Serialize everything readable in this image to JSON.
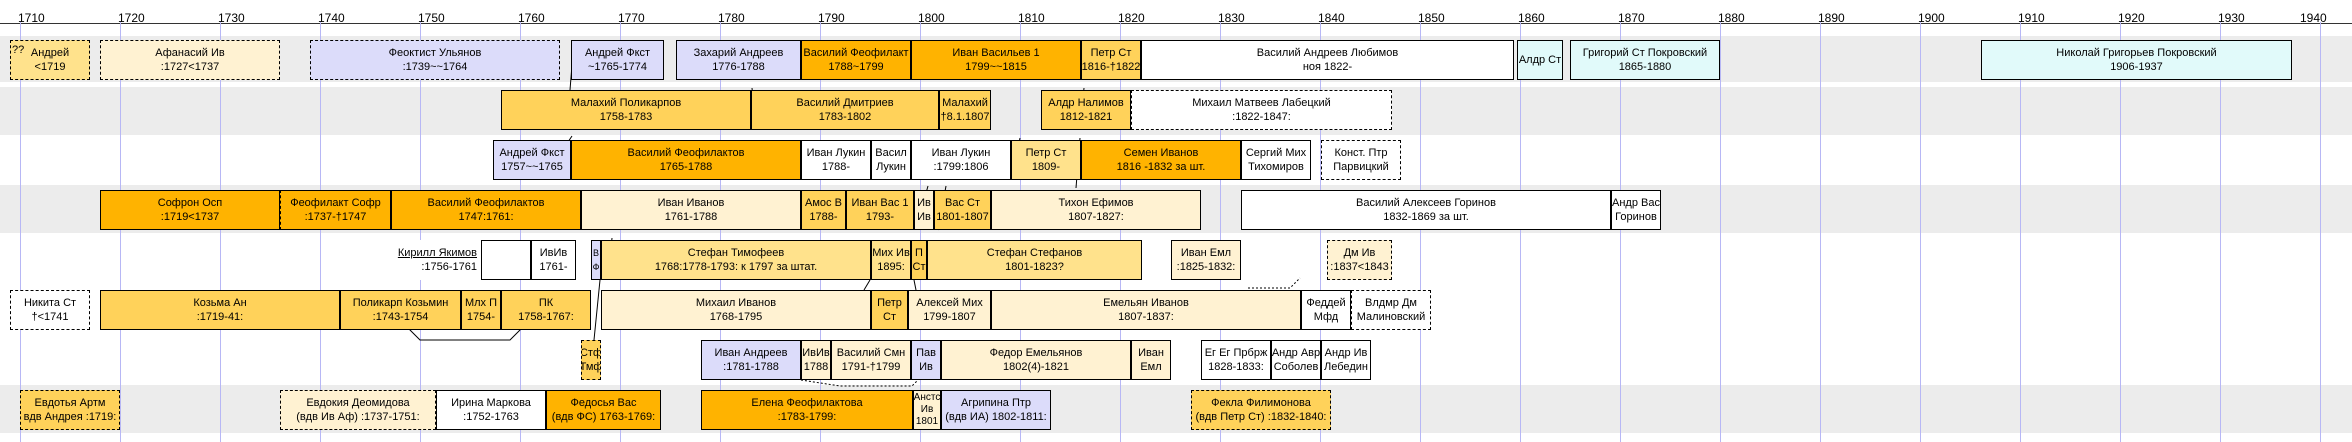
{
  "axis": {
    "years": [
      "1710",
      "1720",
      "1730",
      "1740",
      "1750",
      "1760",
      "1770",
      "1780",
      "1790",
      "1800",
      "1810",
      "1820",
      "1830",
      "1840",
      "1850",
      "1860",
      "1870",
      "1880",
      "1890",
      "1900",
      "1910",
      "1920",
      "1930",
      "1940"
    ]
  },
  "colors": {
    "orange": "#ffb300",
    "gold": "#ffd25a",
    "ltgold": "#ffe28c",
    "cream": "#fff2d2",
    "lavender": "#dcdcfa",
    "cyan": "#e1fafa",
    "white": "#ffffff",
    "band": "#ececec",
    "gridline": "#b7b7f5"
  },
  "persons": [
    {
      "lines": [
        "Андрей",
        "<1719"
      ],
      "prefix": "??"
    },
    {
      "lines": [
        "Афанасий Ив",
        ":1727<1737"
      ]
    },
    {
      "lines": [
        "Феоктист Ульянов",
        ":1739~~1764"
      ]
    },
    {
      "lines": [
        "Андрей Фкст",
        "~1765-1774"
      ]
    },
    {
      "lines": [
        "Захарий Андреев",
        "1776-1788"
      ]
    },
    {
      "lines": [
        "Василий Феофилакт",
        "1788~1799"
      ]
    },
    {
      "lines": [
        "Иван Васильев 1",
        "1799~~1815"
      ]
    },
    {
      "lines": [
        "Петр Ст",
        "1816-†1822"
      ]
    },
    {
      "lines": [
        "Василий Андреев Любимов",
        "ноя 1822-"
      ]
    },
    {
      "lines": [
        "Алдр Ст"
      ]
    },
    {
      "lines": [
        "Григорий Ст Покровский",
        "1865-1880"
      ]
    },
    {
      "lines": [
        "Николай Григорьев Покровский",
        "1906-1937"
      ]
    },
    {
      "lines": [
        "Малахий Поликарпов",
        "1758-1783"
      ]
    },
    {
      "lines": [
        "Василий Дмитриев",
        "1783-1802"
      ]
    },
    {
      "lines": [
        "Малахий",
        "†8.1.1807"
      ]
    },
    {
      "lines": [
        "Алдр Налимов",
        "1812-1821"
      ]
    },
    {
      "lines": [
        "Михаил Матвеев Лабецкий",
        ":1822-1847:"
      ]
    },
    {
      "lines": [
        "Андрей Фкст",
        "1757~~1765"
      ]
    },
    {
      "lines": [
        "Василий Феофилактов",
        "1765-1788"
      ]
    },
    {
      "lines": [
        "Иван Лукин",
        "1788-"
      ]
    },
    {
      "lines": [
        "Васил",
        "Лукин"
      ]
    },
    {
      "lines": [
        "Иван Лукин",
        ":1799:1806"
      ]
    },
    {
      "lines": [
        "Петр Ст",
        "1809-"
      ]
    },
    {
      "lines": [
        "Семен Иванов",
        "1816 -1832 за шт."
      ]
    },
    {
      "lines": [
        "Сергий Мих",
        "Тихомиров"
      ]
    },
    {
      "lines": [
        "Конст. Птр",
        "Парвицкий"
      ]
    },
    {
      "lines": [
        "Софрон Осп",
        ":1719<1737"
      ]
    },
    {
      "lines": [
        "Феофилакт Софр",
        ":1737-†1747"
      ]
    },
    {
      "lines": [
        "Василий Феофилактов",
        "1747:1761:"
      ]
    },
    {
      "lines": [
        "Иван Иванов",
        "1761-1788"
      ]
    },
    {
      "lines": [
        "Амос В",
        "1788-"
      ]
    },
    {
      "lines": [
        "Иван Вас 1",
        "1793-"
      ]
    },
    {
      "lines": [
        "Ив",
        "Ив"
      ]
    },
    {
      "lines": [
        "Вас Ст",
        "1801-1807"
      ]
    },
    {
      "lines": [
        "Тихон Ефимов",
        "1807-1827:"
      ]
    },
    {
      "lines": [
        "Василий Алексеев Горинов",
        "1832-1869 за шт."
      ]
    },
    {
      "lines": [
        "Андр Вас",
        "Горинов"
      ]
    },
    {
      "lines": [
        "Кирилл Якимов",
        ":1756-1761"
      ]
    },
    {
      "lines": [
        "ИвИв",
        "1761-"
      ]
    },
    {
      "lines": [
        "В",
        "Ф"
      ]
    },
    {
      "lines": [
        "Стефан Тимофеев",
        "1768:1778-1793: к 1797 за штат."
      ]
    },
    {
      "lines": [
        "Мих Ив",
        "1895:"
      ]
    },
    {
      "lines": [
        "П",
        "Ст"
      ]
    },
    {
      "lines": [
        "Стефан Стефанов",
        "1801-1823?"
      ]
    },
    {
      "lines": [
        "Иван Емл",
        ":1825-1832:"
      ]
    },
    {
      "lines": [
        "Дм Ив",
        ":1837<1843"
      ]
    },
    {
      "lines": [
        "Никита Ст",
        "†<1741"
      ]
    },
    {
      "lines": [
        "Козьма Ан",
        ":1719-41:"
      ]
    },
    {
      "lines": [
        "Поликарп Козьмин",
        ":1743-1754"
      ]
    },
    {
      "lines": [
        "Млх П",
        "1754-"
      ]
    },
    {
      "lines": [
        "ПК",
        "1758-1767:"
      ]
    },
    {
      "lines": [
        "Михаил Иванов",
        "1768-1795"
      ]
    },
    {
      "lines": [
        "Петр",
        "Ст"
      ]
    },
    {
      "lines": [
        "Алексей Мих",
        "1799-1807"
      ]
    },
    {
      "lines": [
        "Емельян Иванов",
        "1807-1837:"
      ]
    },
    {
      "lines": [
        "Феддей",
        "Мфд"
      ]
    },
    {
      "lines": [
        "Влдмр Дм",
        "Малиновский"
      ]
    },
    {
      "lines": [
        "Стф",
        "Тмф"
      ]
    },
    {
      "lines": [
        "Иван Андреев",
        ":1781-1788"
      ]
    },
    {
      "lines": [
        "ИвИв",
        "1788"
      ]
    },
    {
      "lines": [
        "Василий Смн",
        "1791-†1799"
      ]
    },
    {
      "lines": [
        "Пав",
        "Ив"
      ]
    },
    {
      "lines": [
        "Федор Емельянов",
        "1802(4)-1821"
      ]
    },
    {
      "lines": [
        "Иван",
        "Емл"
      ]
    },
    {
      "lines": [
        "Ег Ег Прбрж",
        "1828-1833:"
      ]
    },
    {
      "lines": [
        "Андр Авр",
        "Соболев"
      ]
    },
    {
      "lines": [
        "Андр Ив",
        "Лебедин"
      ]
    },
    {
      "lines": [
        "Евдотья Артм",
        "вдв Андрея :1719:"
      ]
    },
    {
      "lines": [
        "Евдокия Деомидова",
        "(вдв Ив Аф) :1737-1751:"
      ]
    },
    {
      "lines": [
        "Ирина Маркова",
        ":1752-1763"
      ]
    },
    {
      "lines": [
        "Федосья Вас",
        "(вдв ФС) 1763-1769:"
      ]
    },
    {
      "lines": [
        "Елена Феофилактова",
        ":1783-1799:"
      ]
    },
    {
      "lines": [
        "Анстс",
        "Ив",
        "1801"
      ]
    },
    {
      "lines": [
        "Агрипина Птр",
        "(вдв ИА) 1802-1811:"
      ]
    },
    {
      "lines": [
        "Фекла Филимонова",
        "(вдв Петр Ст) :1832-1840:"
      ]
    }
  ]
}
